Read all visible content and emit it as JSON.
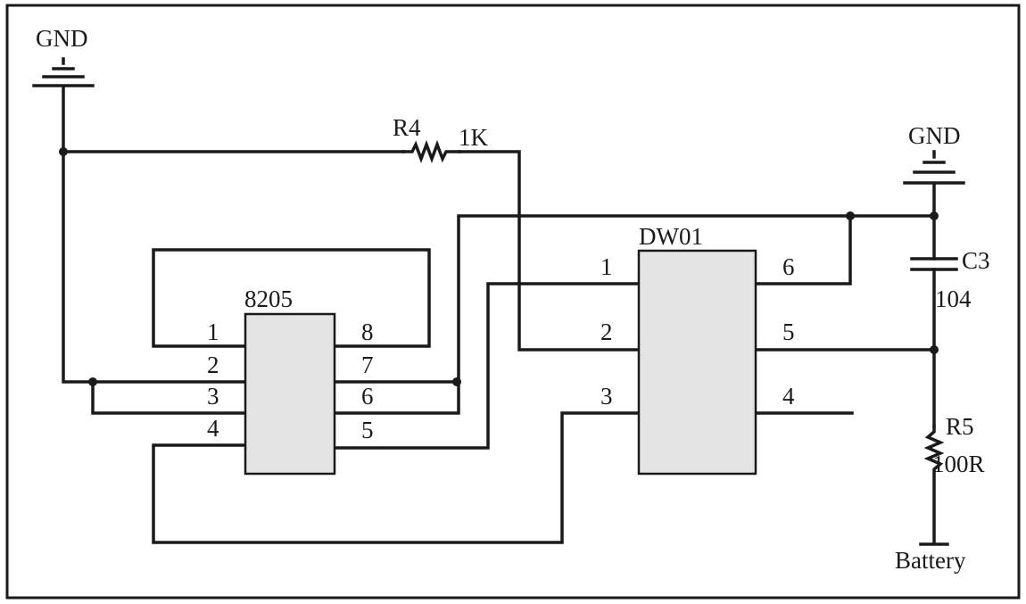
{
  "gnd_left": {
    "label": "GND"
  },
  "gnd_right": {
    "label": "GND"
  },
  "r4": {
    "ref": "R4",
    "value": "1K"
  },
  "c3": {
    "ref": "C3",
    "value": "104"
  },
  "r5": {
    "ref": "R5",
    "value": "100R"
  },
  "battery": {
    "label": "Battery"
  },
  "chip_8205": {
    "name": "8205",
    "pins_left": [
      "1",
      "2",
      "3",
      "4"
    ],
    "pins_right": [
      "8",
      "7",
      "6",
      "5"
    ]
  },
  "chip_dw01": {
    "name": "DW01",
    "pins_left": [
      "1",
      "2",
      "3"
    ],
    "pins_right": [
      "6",
      "5",
      "4"
    ]
  }
}
